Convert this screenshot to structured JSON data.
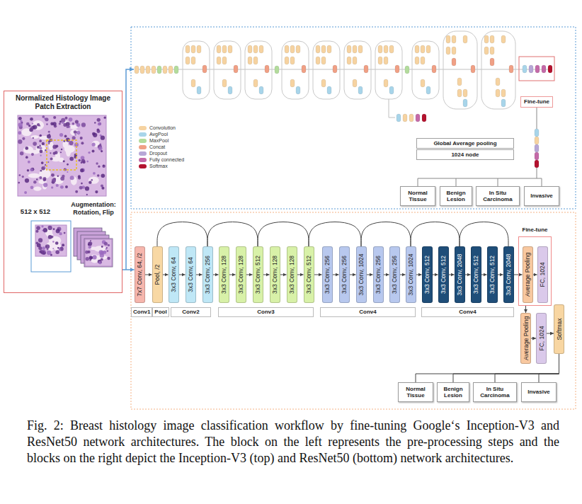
{
  "diagram": {
    "caption": "Fig. 2: Breast histology image classification workflow by fine-tuning Google‘s Inception-V3 and ResNet50 network architectures. The block on the left represents the pre-processing steps and the blocks on the right depict the Inception-V3 (top) and ResNet50 (bottom) network architectures.",
    "nodes": [
      {
        "text": [
          "Normalized Histology Image Patch Extraction"
        ]
      },
      {
        "text": [
          "Fine-tune"
        ]
      },
      {
        "text": [
          "Global Average pooling"
        ]
      },
      {
        "text": [
          "1024 node"
        ]
      },
      {
        "text": [
          "Normal Tissue"
        ]
      },
      {
        "text": [
          "Benign Lesion"
        ]
      },
      {
        "text": [
          "In Situ Carcinoma"
        ]
      },
      {
        "text": [
          "Invasive"
        ]
      },
      {
        "text": [
          "7x7 Conv, 64, /2"
        ]
      },
      {
        "text": [
          "Pool, /2"
        ]
      },
      {
        "text": [
          "3x3 Conv, 64"
        ]
      },
      {
        "text": [
          "3x3 Conv, 64"
        ]
      },
      {
        "text": [
          "3x3 Conv, 256"
        ]
      },
      {
        "text": [
          "3x3 Conv, 128"
        ]
      },
      {
        "text": [
          "3x3 Conv, 128"
        ]
      },
      {
        "text": [
          "3x3 Conv, 512"
        ]
      },
      {
        "text": [
          "3x3 Conv, 128"
        ]
      },
      {
        "text": [
          "3x3 Conv, 128"
        ]
      },
      {
        "text": [
          "3x3 Conv, 512"
        ]
      },
      {
        "text": [
          "3x3 Conv, 256"
        ]
      },
      {
        "text": [
          "3x3 Conv, 256"
        ]
      },
      {
        "text": [
          "3x3 Conv, 1024"
        ]
      },
      {
        "text": [
          "3x3 Conv, 256"
        ]
      },
      {
        "text": [
          "3x3 Conv, 256"
        ]
      },
      {
        "text": [
          "3x3 Conv, 1024"
        ]
      },
      {
        "text": [
          "3x3 Conv, 512"
        ]
      },
      {
        "text": [
          "3x3 Conv, 512"
        ]
      },
      {
        "text": [
          "3x3 Conv, 2048"
        ]
      },
      {
        "text": [
          "3x3 Conv, 512"
        ]
      },
      {
        "text": [
          "3x3 Conv, 512"
        ]
      },
      {
        "text": [
          "3x3 Conv, 2048"
        ]
      },
      {
        "text": [
          "Fine-tune"
        ]
      },
      {
        "text": [
          "Average Pooling"
        ],
        "in": 31
      },
      {
        "text": [
          "FC, 1024"
        ],
        "in": 31
      },
      {
        "text": [
          "Average Pooling"
        ]
      },
      {
        "text": [
          "FC, 1024"
        ]
      },
      {
        "text": [
          "Softmax"
        ]
      },
      {
        "text": [
          "Normal Tissue"
        ]
      },
      {
        "text": [
          "Benign Lesion"
        ]
      },
      {
        "text": [
          "In Situ Carcinoma"
        ]
      },
      {
        "text": [
          "Invasive"
        ]
      }
    ],
    "edges": [
      {
        "from": 0,
        "to": 8,
        "arrow": "to"
      },
      {
        "from": 8,
        "to": 9,
        "arrow": "to"
      },
      {
        "from": 9,
        "to": 10,
        "arrow": "to"
      },
      {
        "from": 10,
        "to": 11,
        "arrow": "to"
      },
      {
        "from": 11,
        "to": 12,
        "arrow": "to"
      },
      {
        "from": 12,
        "to": 13,
        "arrow": "to"
      },
      {
        "from": 13,
        "to": 14,
        "arrow": "to"
      },
      {
        "from": 14,
        "to": 15,
        "arrow": "to"
      },
      {
        "from": 15,
        "to": 16,
        "arrow": "to"
      },
      {
        "from": 16,
        "to": 17,
        "arrow": "to"
      },
      {
        "from": 17,
        "to": 18,
        "arrow": "to"
      },
      {
        "from": 18,
        "to": 19,
        "arrow": "to"
      },
      {
        "from": 19,
        "to": 20,
        "arrow": "to"
      },
      {
        "from": 20,
        "to": 21,
        "arrow": "to"
      },
      {
        "from": 21,
        "to": 22,
        "arrow": "to"
      },
      {
        "from": 22,
        "to": 23,
        "arrow": "to"
      },
      {
        "from": 23,
        "to": 24,
        "arrow": "to"
      },
      {
        "from": 24,
        "to": 25,
        "arrow": "to"
      },
      {
        "from": 25,
        "to": 26,
        "arrow": "to"
      },
      {
        "from": 26,
        "to": 27,
        "arrow": "to"
      },
      {
        "from": 27,
        "to": 28,
        "arrow": "to"
      },
      {
        "from": 28,
        "to": 29,
        "arrow": "to"
      },
      {
        "from": 29,
        "to": 30,
        "arrow": "to"
      },
      {
        "from": 30,
        "to": 32,
        "arrow": "to"
      },
      {
        "from": 32,
        "to": 33,
        "arrow": "to"
      },
      {
        "from": 31,
        "to": 34,
        "arrow": "to"
      },
      {
        "from": 34,
        "to": 35,
        "arrow": "to"
      },
      {
        "from": 35,
        "to": 36,
        "arrow": "to"
      },
      {
        "from": 9,
        "to": 12,
        "arrow": "none"
      },
      {
        "from": 12,
        "to": 15,
        "arrow": "none"
      },
      {
        "from": 15,
        "to": 18,
        "arrow": "none"
      },
      {
        "from": 18,
        "to": 21,
        "arrow": "none"
      },
      {
        "from": 21,
        "to": 24,
        "arrow": "none"
      },
      {
        "from": 24,
        "to": 27,
        "arrow": "none"
      },
      {
        "from": 27,
        "to": 30,
        "arrow": "none"
      },
      {
        "from": 36,
        "to": 37,
        "arrow": "none"
      },
      {
        "from": 36,
        "to": 38,
        "arrow": "none"
      },
      {
        "from": 36,
        "to": 39,
        "arrow": "none"
      },
      {
        "from": 36,
        "to": 40,
        "arrow": "none"
      }
    ],
    "labels": [
      "512 x 512",
      "Augmentation: Rotation, Flip",
      "Conv1",
      "Pool",
      "Conv2",
      "Conv3",
      "Conv4",
      "Conv4"
    ],
    "legend": [
      {
        "text": "Convolution",
        "color": "#f6d3a1"
      },
      {
        "text": "AvgPool",
        "color": "#a8d5ea"
      },
      {
        "text": "MaxPool",
        "color": "#b3dc9c"
      },
      {
        "text": "Concat",
        "color": "#f0a085"
      },
      {
        "text": "Dropout",
        "color": "#b7a7d6"
      },
      {
        "text": "Fully connected",
        "color": "#c46aa8"
      },
      {
        "text": "Softmax",
        "color": "#b3122e"
      }
    ]
  }
}
